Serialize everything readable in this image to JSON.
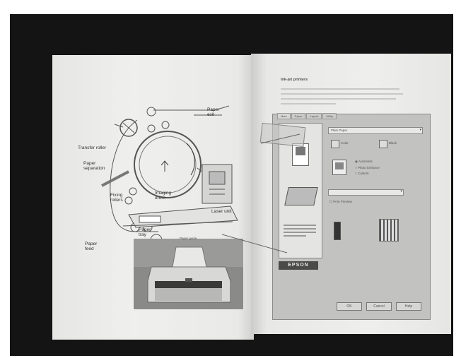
{
  "diagram": {
    "labels": {
      "paper_exit": "Paper\nexit",
      "transfer_roller": "Transfer roller",
      "paper_separation": "Paper\nseparation",
      "fixing_rollers": "Fixing\nrollers",
      "imaging_drum": "Imaging\ndrum",
      "paper_feed": "Paper\nfeed",
      "paper_tray": "Paper\ntray",
      "laser_unit": "Laser unit",
      "paper_guide": "Paper guide"
    }
  },
  "dialog": {
    "section_heading": "Ink-jet printers",
    "tabs": [
      "Main",
      "Paper",
      "Layout",
      "Utility"
    ],
    "media_type_value": "Plain Paper",
    "options": [
      "Automatic",
      "Photo Enhance",
      "Custom"
    ],
    "ink_options": [
      "Color",
      "Black"
    ],
    "print_preview_label": "Print Preview",
    "brand_logo": "EPSON",
    "buttons": [
      "OK",
      "Cancel",
      "Help"
    ]
  }
}
